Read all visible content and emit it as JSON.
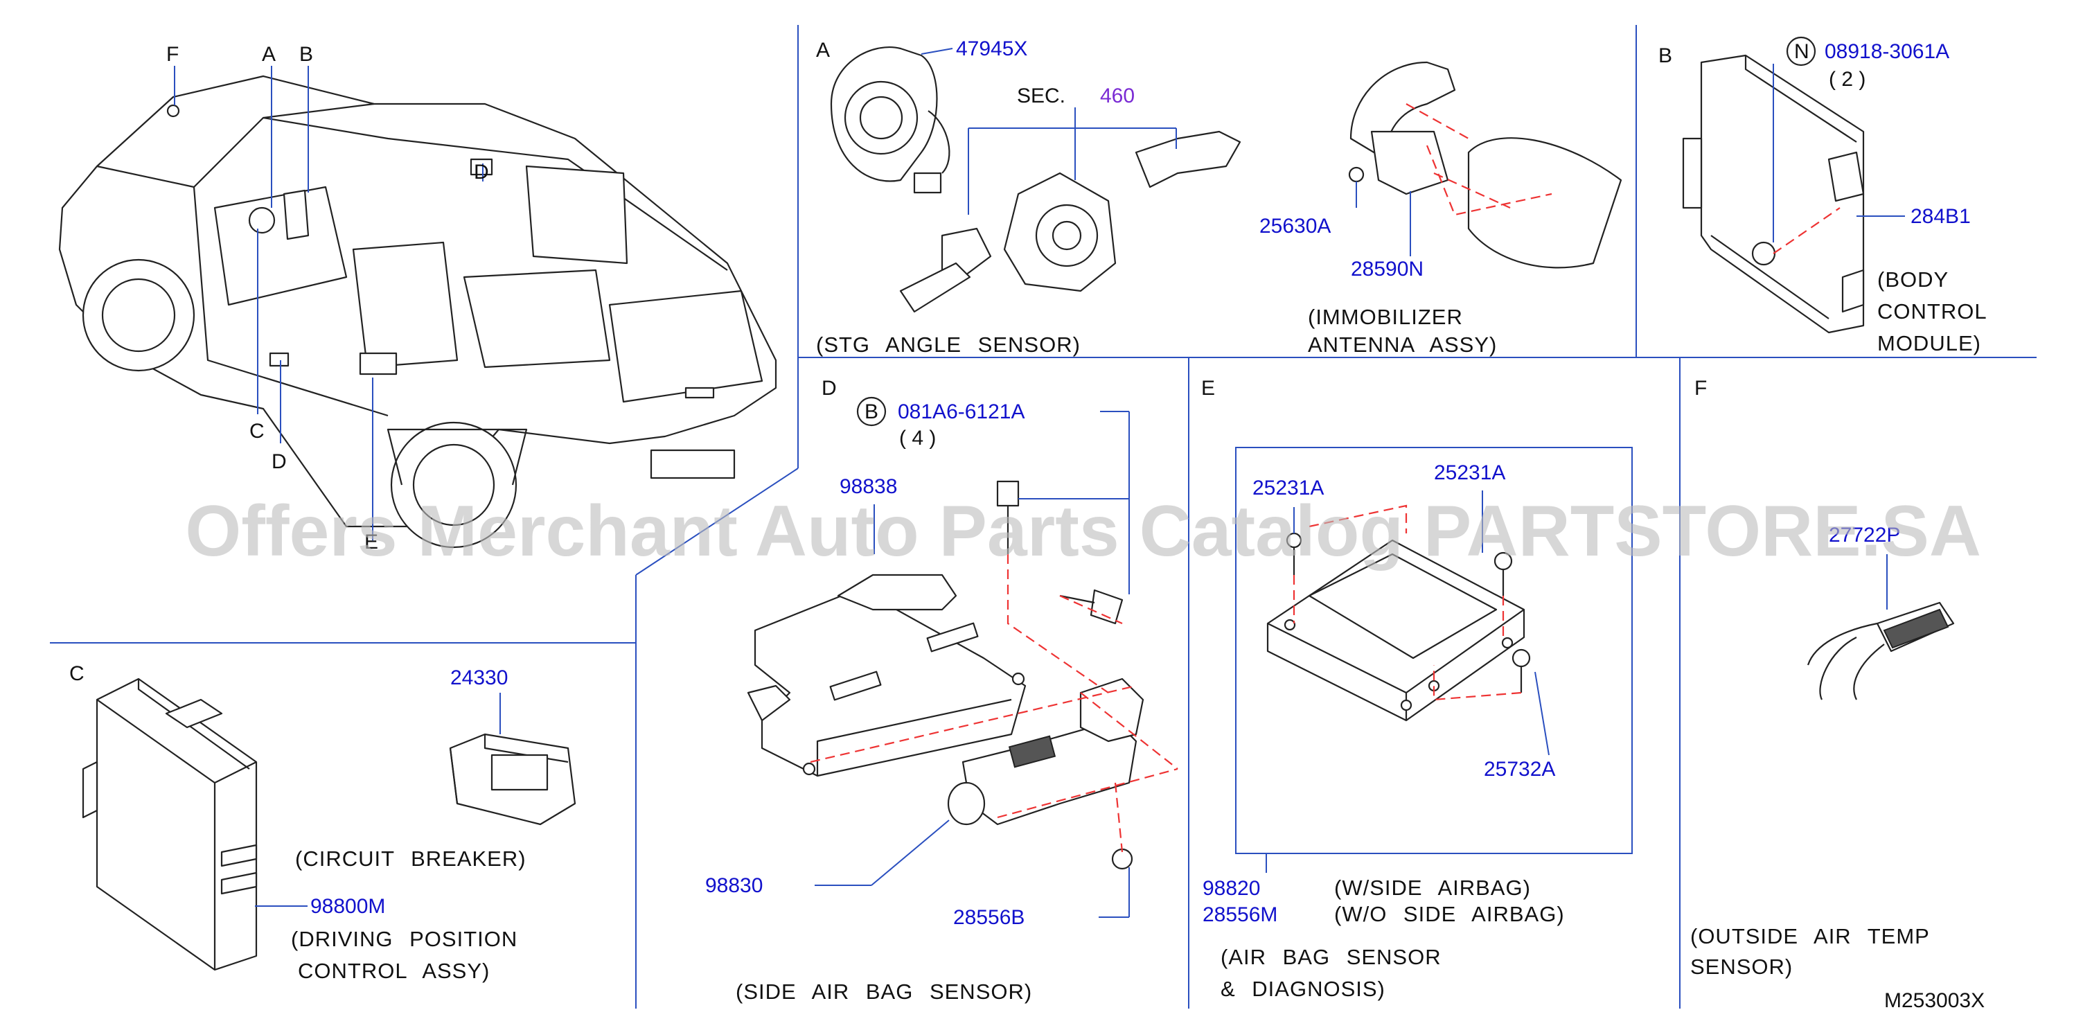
{
  "watermark": "Offers Merchant Auto Parts Catalog PARTSTORE.SA",
  "diagram_code": "M253003X",
  "colors": {
    "part_number": "#1111cc",
    "section_ref": "#7a2bd4",
    "divider": "#2a4fbf",
    "hidden_line": "#e33333",
    "watermark": "#bdbdbd"
  },
  "overview": {
    "labels": {
      "F": "F",
      "A": "A",
      "B": "B",
      "D1": "D",
      "C": "C",
      "D2": "D",
      "E": "E"
    }
  },
  "panel_a": {
    "letter": "A",
    "caption": "(STG ANGLE SENSOR)",
    "caption2": "(IMMOBILIZER ANTENNA ASSY)",
    "parts": {
      "p1": "47945X",
      "sec_label": "SEC.",
      "sec_num": "460",
      "p2": "25630A",
      "p3": "28590N"
    }
  },
  "panel_b": {
    "letter": "B",
    "badge": "N",
    "bolt": "08918-3061A",
    "qty": "( 2 )",
    "part": "284B1",
    "caption": [
      "(BODY",
      "CONTROL",
      "MODULE)"
    ]
  },
  "panel_c": {
    "letter": "C",
    "p1": "24330",
    "p2": "98800M",
    "caption1": "(CIRCUIT BREAKER)",
    "caption2": [
      "(DRIVING POSITION",
      "CONTROL ASSY)"
    ]
  },
  "panel_d": {
    "letter": "D",
    "badge": "B",
    "bolt": "081A6-6121A",
    "qty": "( 4 )",
    "p1": "98838",
    "p2": "98830",
    "p3": "28556B",
    "caption": "(SIDE AIR BAG SENSOR)"
  },
  "panel_e": {
    "letter": "E",
    "p1": "25231A",
    "p2": "25231A",
    "p3": "25732A",
    "p4": "98820",
    "p5": "28556M",
    "note1": "(W/SIDE AIRBAG)",
    "note2": "(W/O SIDE AIRBAG)",
    "caption": [
      "(AIR BAG SENSOR",
      "& DIAGNOSIS)"
    ]
  },
  "panel_f": {
    "letter": "F",
    "p1": "27722P",
    "caption": [
      "(OUTSIDE AIR TEMP",
      "SENSOR)"
    ]
  }
}
